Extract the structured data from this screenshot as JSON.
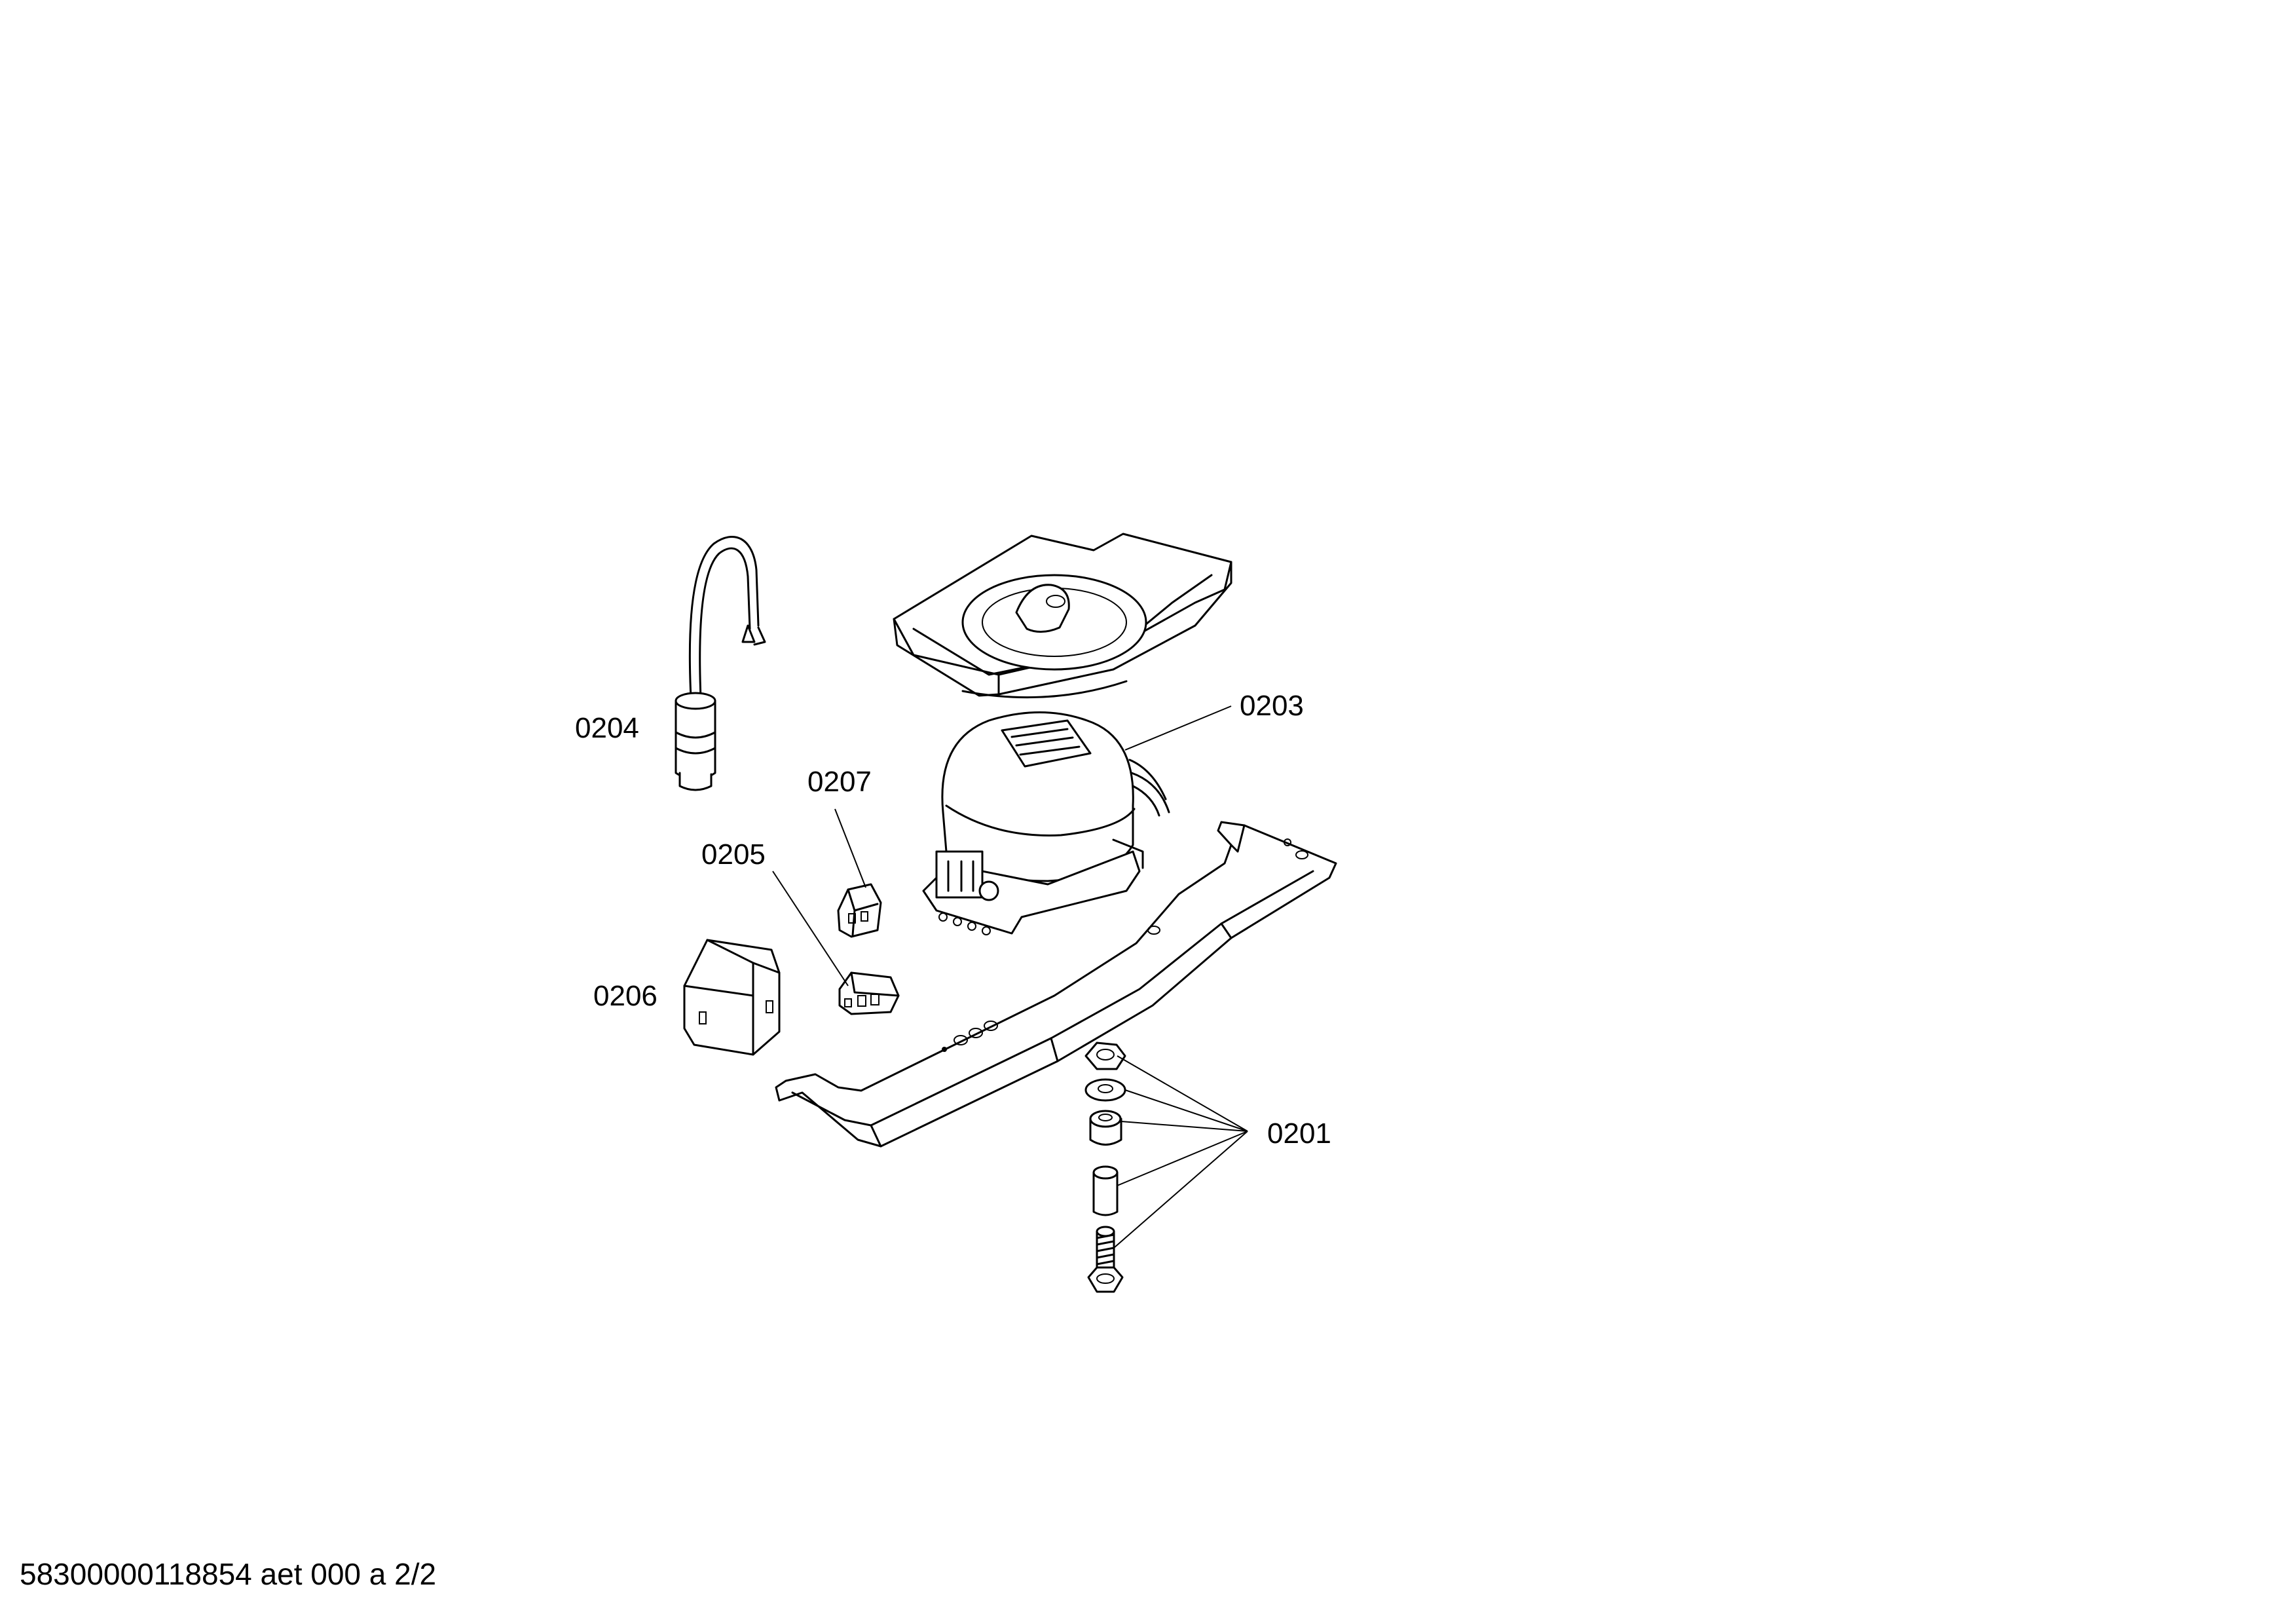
{
  "diagram": {
    "labels": {
      "p0201": "0201",
      "p0203": "0203",
      "p0204": "0204",
      "p0205": "0205",
      "p0206": "0206",
      "p0207": "0207"
    }
  },
  "footer": {
    "text": "58300000118854 aet 000 a 2/2"
  }
}
